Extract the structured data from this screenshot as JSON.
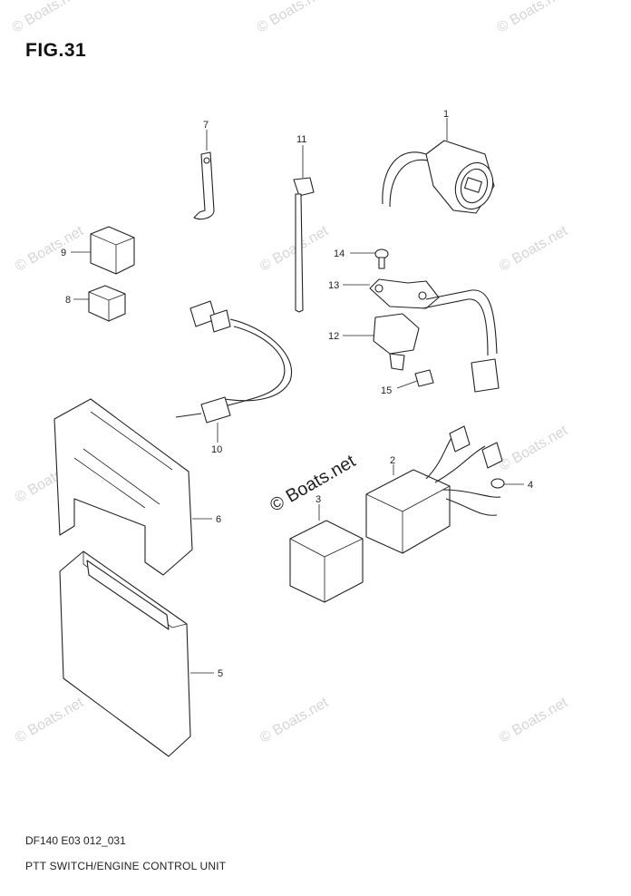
{
  "figure": {
    "title": "FIG.31",
    "code": "DF140 E03 012_031",
    "caption": "PTT SWITCH/ENGINE CONTROL UNIT"
  },
  "watermark": {
    "text": "© Boats.net",
    "center_text": "© Boats.net",
    "color": "#d6d6d6"
  },
  "callouts": [
    "1",
    "2",
    "3",
    "4",
    "5",
    "6",
    "7",
    "8",
    "9",
    "10",
    "11",
    "12",
    "13",
    "14",
    "15"
  ]
}
